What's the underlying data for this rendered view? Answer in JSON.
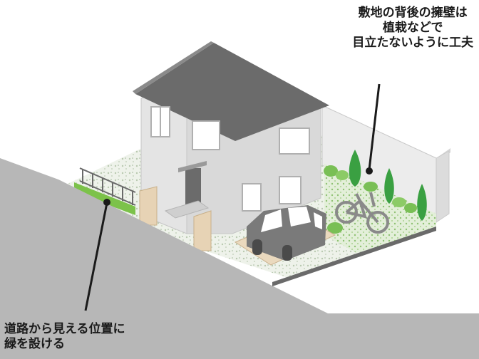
{
  "annotations": {
    "top": {
      "lines": [
        "敷地の背後の擁壁は",
        "植栽などで",
        "目立たないように工夫"
      ]
    },
    "bottom": {
      "lines": [
        "道路から見える位置に",
        "緑を設ける"
      ]
    }
  },
  "colors": {
    "road": "#b7b7b7",
    "wall": "#e9e9e9",
    "roof": "#6b6b6b",
    "house": "#dcdcdc",
    "gravel": "#eef3ea",
    "hedge": "#7cc24a",
    "tree": "#3aa042",
    "car": "#7a7a7a",
    "gate_post": "#e7d3b5",
    "paving": "#ead9be"
  }
}
